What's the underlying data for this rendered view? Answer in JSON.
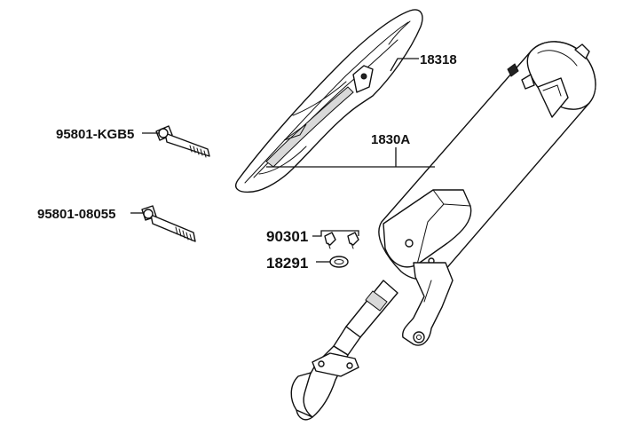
{
  "diagram": {
    "callouts": [
      {
        "id": "heat-shield",
        "text": "18318"
      },
      {
        "id": "muffler",
        "text": "1830A"
      },
      {
        "id": "bolt-upper",
        "text": "95801-KGB5"
      },
      {
        "id": "bolt-lower",
        "text": "95801-08055"
      },
      {
        "id": "clip",
        "text": "90301"
      },
      {
        "id": "gasket",
        "text": "18291"
      }
    ]
  }
}
